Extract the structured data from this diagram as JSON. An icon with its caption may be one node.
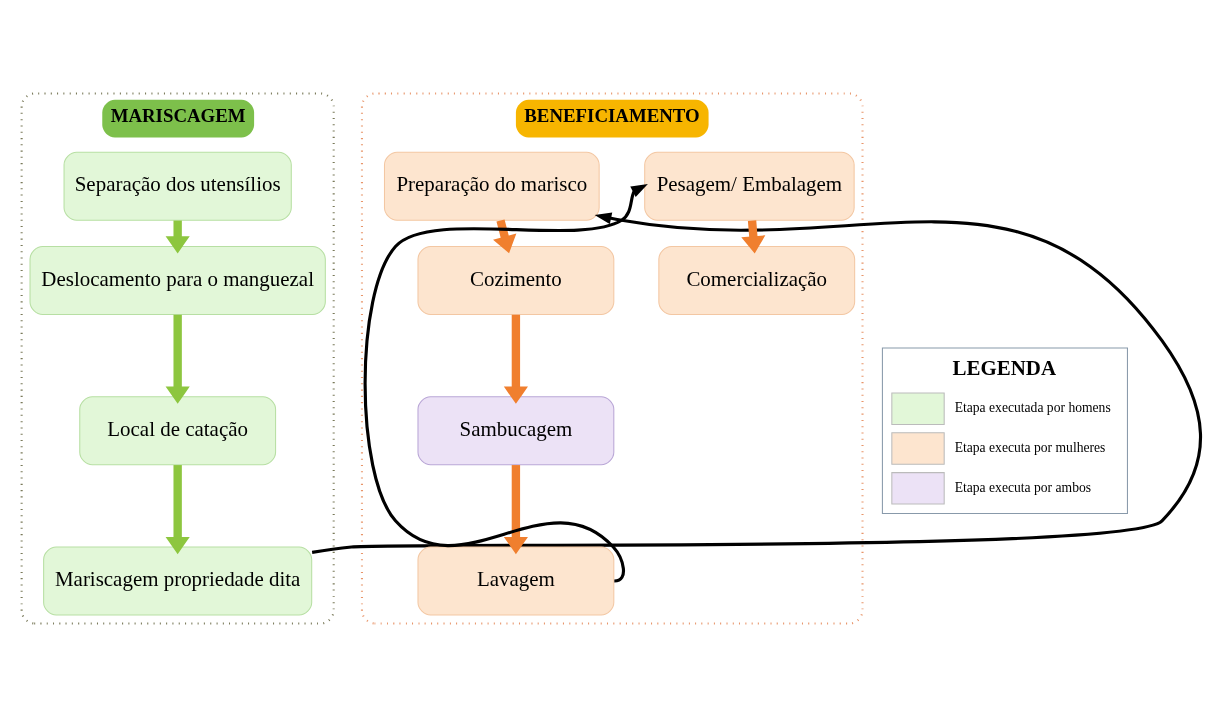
{
  "diagram": {
    "nodes": [
      {
        "text": [
          "MARISCAGEM"
        ]
      },
      {
        "text": [
          "Separação dos utensílios"
        ],
        "in": 0
      },
      {
        "text": [
          "Deslocamento para o manguezal"
        ],
        "in": 0
      },
      {
        "text": [
          "Local de catação"
        ],
        "in": 0
      },
      {
        "text": [
          "Mariscagem propriedade dita"
        ],
        "in": 0
      },
      {
        "text": [
          "BENEFICIAMENTO"
        ]
      },
      {
        "text": [
          "Preparação do marisco"
        ],
        "in": 5
      },
      {
        "text": [
          "Cozimento"
        ],
        "in": 5
      },
      {
        "text": [
          "Sambucagem"
        ],
        "in": 5
      },
      {
        "text": [
          "Lavagem"
        ],
        "in": 5
      },
      {
        "text": [
          "Pesagem/ Embalagem"
        ],
        "in": 5
      },
      {
        "text": [
          "Comercialização"
        ],
        "in": 5
      }
    ],
    "edges": [
      {
        "from": 1,
        "to": 2,
        "arrow": "to",
        "color": "#8dc63f"
      },
      {
        "from": 2,
        "to": 3,
        "arrow": "to",
        "color": "#8dc63f"
      },
      {
        "from": 3,
        "to": 4,
        "arrow": "to",
        "color": "#8dc63f"
      },
      {
        "from": 4,
        "to": 6,
        "arrow": "to",
        "color": "#000000"
      },
      {
        "from": 6,
        "to": 7,
        "arrow": "to"
      },
      {
        "from": 7,
        "to": 8,
        "arrow": "to"
      },
      {
        "from": 8,
        "to": 9,
        "arrow": "to"
      },
      {
        "from": 9,
        "to": 10,
        "arrow": "to",
        "color": "#000000"
      },
      {
        "from": 10,
        "to": 11,
        "arrow": "to"
      }
    ],
    "labels": [
      "LEGENDA"
    ],
    "legend": [
      {
        "text": "Etapa executada por homens",
        "color": "#e2f7d8"
      },
      {
        "text": "Etapa executa por mulheres",
        "color": "#fde5cf"
      },
      {
        "text": "Etapa executa por ambos",
        "color": "#ece2f6"
      }
    ]
  }
}
